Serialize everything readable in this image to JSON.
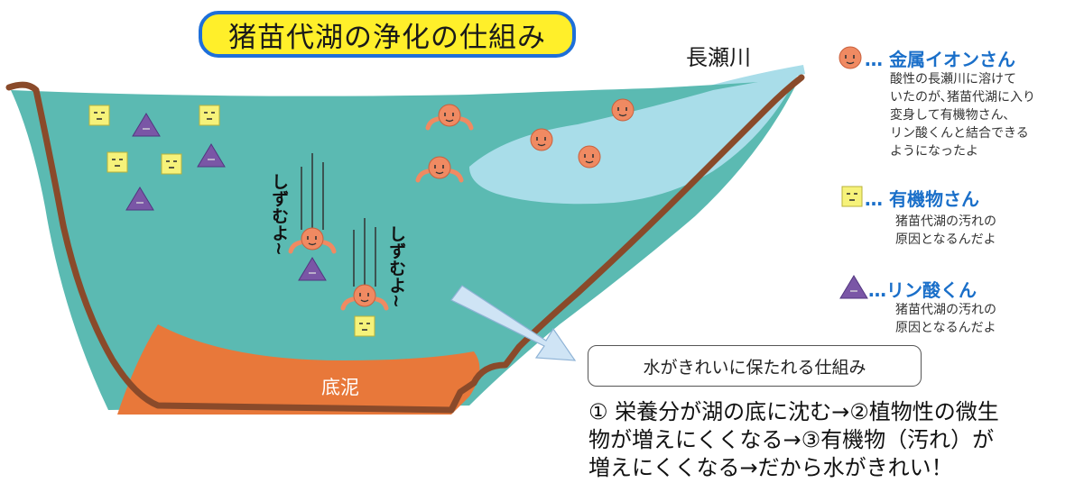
{
  "title": "猪苗代湖の浄化の仕組み",
  "river_label": "長瀬川",
  "legend": [
    {
      "icon": "metal-ion-face",
      "head": "… 金属イオンさん",
      "text": "酸性の長瀬川に溶けて\nいたのが､猪苗代湖に入り\n変身して有機物さん､\nリン酸くんと結合できる\nようになったよ"
    },
    {
      "icon": "organic-square-face",
      "head": "… 有機物さん",
      "text": "猪苗代湖の汚れの\n原因となるんだよ"
    },
    {
      "icon": "phosphate-triangle",
      "head": "…リン酸くん",
      "text": "猪苗代湖の汚れの\n原因となるんだよ"
    }
  ],
  "sink_labels": [
    "しずむよ~",
    "しずむよ~"
  ],
  "mud_label": "底泥",
  "mechanism_box": "水がきれいに保たれる仕組み",
  "explanation": "① 栄養分が湖の底に沈む→②植物性の微生\n物が増えにくくなる→③有機物（汚れ）が\n増えにくくなる→だから水がきれい！",
  "colors": {
    "lake": "#5bbab2",
    "river": "#a9dde9",
    "shore": "#8a4a2a",
    "mud": "#e8783a",
    "metal_ion": "#f08a62",
    "organic": "#f6f27a",
    "phosphate": "#7a56a6",
    "title_fill": "#ffef2a",
    "title_border": "#1e6fd9",
    "legend_accent": "#1a6fc9"
  }
}
